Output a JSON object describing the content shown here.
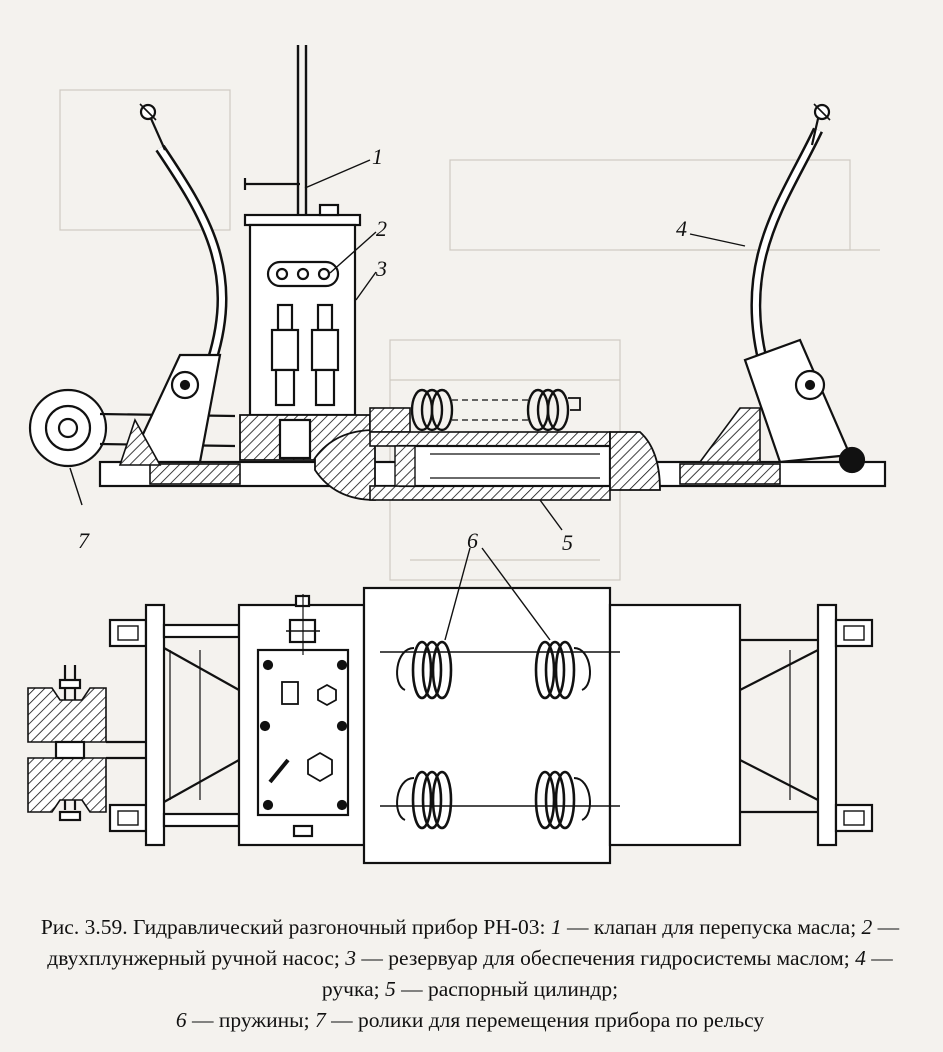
{
  "figure": {
    "labels": {
      "l1": "1",
      "l2": "2",
      "l3": "3",
      "l4": "4",
      "l5": "5",
      "l6": "6",
      "l7": "7"
    },
    "caption": {
      "fig_number": "Рис. 3.59.",
      "title": "Гидравлический разгоночный прибор РН-03:",
      "items": [
        {
          "num": "1",
          "text": "клапан для перепуска масла;"
        },
        {
          "num": "2",
          "text": "двухплунжерный ручной насос;"
        },
        {
          "num": "3",
          "text": "резервуар для обеспечения гидросистемы маслом;"
        },
        {
          "num": "4",
          "text": "ручка;"
        },
        {
          "num": "5",
          "text": "распорный цилиндр;"
        },
        {
          "num": "6",
          "text": "пружины;"
        },
        {
          "num": "7",
          "text": "ролики для перемещения прибора по рельсу"
        }
      ]
    }
  }
}
